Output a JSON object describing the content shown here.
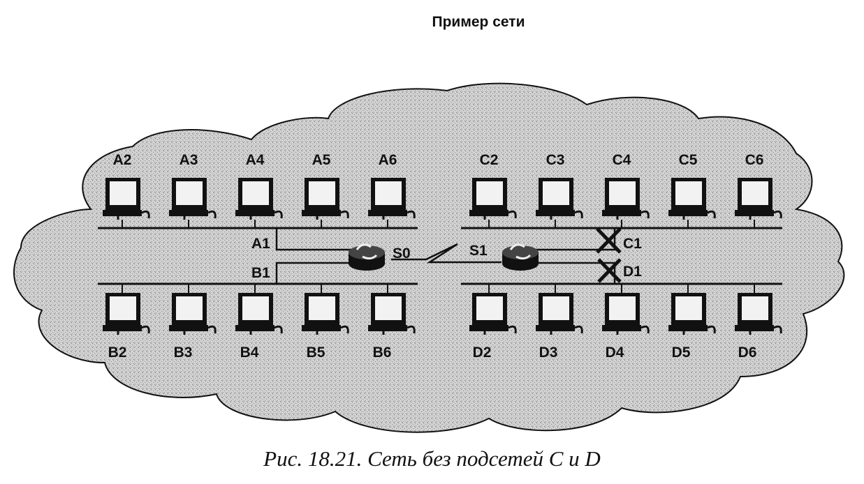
{
  "title": "Пример сети",
  "caption": "Рис. 18.21. Сеть без подсетей C и D",
  "colors": {
    "cloud": "#c9c9c9",
    "ink": "#111111",
    "screen": "#f2f2f2"
  },
  "icons": {
    "host": "computer-icon",
    "router": "router-icon",
    "disabled_marker": "x-mark-icon",
    "serial_link": "serial-link-icon"
  },
  "hosts": {
    "top_left": [
      "A2",
      "A3",
      "A4",
      "A5",
      "A6"
    ],
    "top_right": [
      "C2",
      "C3",
      "C4",
      "C5",
      "C6"
    ],
    "bottom_left": [
      "B2",
      "B3",
      "B4",
      "B5",
      "B6"
    ],
    "bottom_right": [
      "D2",
      "D3",
      "D4",
      "D5",
      "D6"
    ]
  },
  "interfaces": {
    "a1": "A1",
    "b1": "B1",
    "s0": "S0",
    "s1": "S1",
    "c1": "C1",
    "d1": "D1"
  }
}
